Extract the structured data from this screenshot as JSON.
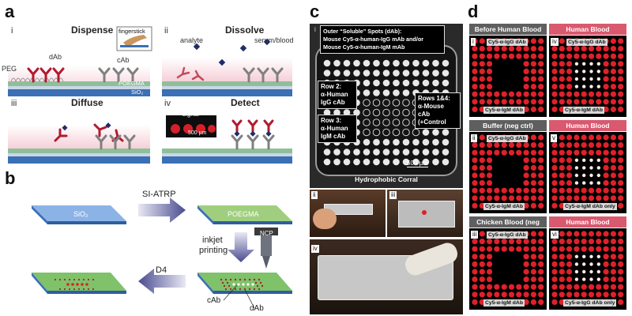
{
  "panel_a": {
    "letter": "a",
    "steps": [
      {
        "roman": "i",
        "title": "Dispense"
      },
      {
        "roman": "ii",
        "title": "Dissolve"
      },
      {
        "roman": "iii",
        "title": "Diffuse"
      },
      {
        "roman": "iv",
        "title": "Detect"
      }
    ],
    "labels": {
      "fingerstick": "fingerstick",
      "dab": "dAb",
      "peg": "PEG",
      "cab": "cAb",
      "poegma": "POEGMA",
      "sio2": "SiO₂",
      "analyte": "analyte",
      "serum_blood": "serum/blood",
      "signal": "signal",
      "scale": "500 µm"
    }
  },
  "panel_b": {
    "letter": "b",
    "sio2": "SiO₂",
    "si_atrp": "SI-ATRP",
    "poegma": "POEGMA",
    "inkjet": "inkjet",
    "printing": "printing",
    "ncp": "NCP",
    "d4": "D4",
    "cab": "cAb",
    "dab": "dAb"
  },
  "panel_c": {
    "letter": "c",
    "roman_i": "i",
    "outer_line1": "Outer “Soluble” Spots (dAb):",
    "outer_line2": "Mouse Cy5-α-human-IgG mAb and/or",
    "outer_line3": "Mouse Cy5-α-human-IgM mAb",
    "row2_line1": "Row 2:",
    "row2_line2": "α-Human",
    "row2_line3": "IgG cAb",
    "row3_line1": "Row 3:",
    "row3_line2": "α-Human",
    "row3_line3": "IgM cAb",
    "rows14_line1": "Rows 1&4:",
    "rows14_line2": "α-Mouse cAb",
    "rows14_line3": "(+Control",
    "scale": "500 µm",
    "corral": "Hydrophobic Corral",
    "roman_ii": "ii",
    "roman_iii": "iii",
    "roman_iv": "iv"
  },
  "panel_d": {
    "letter": "d",
    "cells": [
      {
        "roman": "i",
        "header": "Before Human Blood",
        "top": "Cy5-α-IgG dAb",
        "bottom": "Cy5-α-IgM dAb"
      },
      {
        "roman": "iv",
        "header": "Human Blood",
        "top": "Cy5-α-IgG dAb",
        "bottom": "Cy5-α-IgM dAb"
      },
      {
        "roman": "ii",
        "header": "Buffer (neg ctrl)",
        "top": "Cy5-α-IgG dAb",
        "bottom": "Cy5-α-IgM dAb"
      },
      {
        "roman": "v",
        "header": "Human Blood",
        "top": "",
        "bottom": "Cy5-α-IgM dAb only"
      },
      {
        "roman": "iii",
        "header": "Chicken Blood (neg ctrl)",
        "top": "Cy5-α-IgG dAb",
        "bottom": "Cy5-α-IgM dAb"
      },
      {
        "roman": "vi",
        "header": "Human Blood",
        "top": "",
        "bottom": "Cy5-α-IgG dAb only"
      }
    ]
  },
  "colors": {
    "dab_red": "#b11a2e",
    "cab_gray": "#808080",
    "poegma_green": "#8fbf9a",
    "sio2_blue": "#3b6fb6",
    "fluor_red": "#e0202a",
    "header_red": "#d9596f",
    "header_gray": "#5f5f5f"
  }
}
